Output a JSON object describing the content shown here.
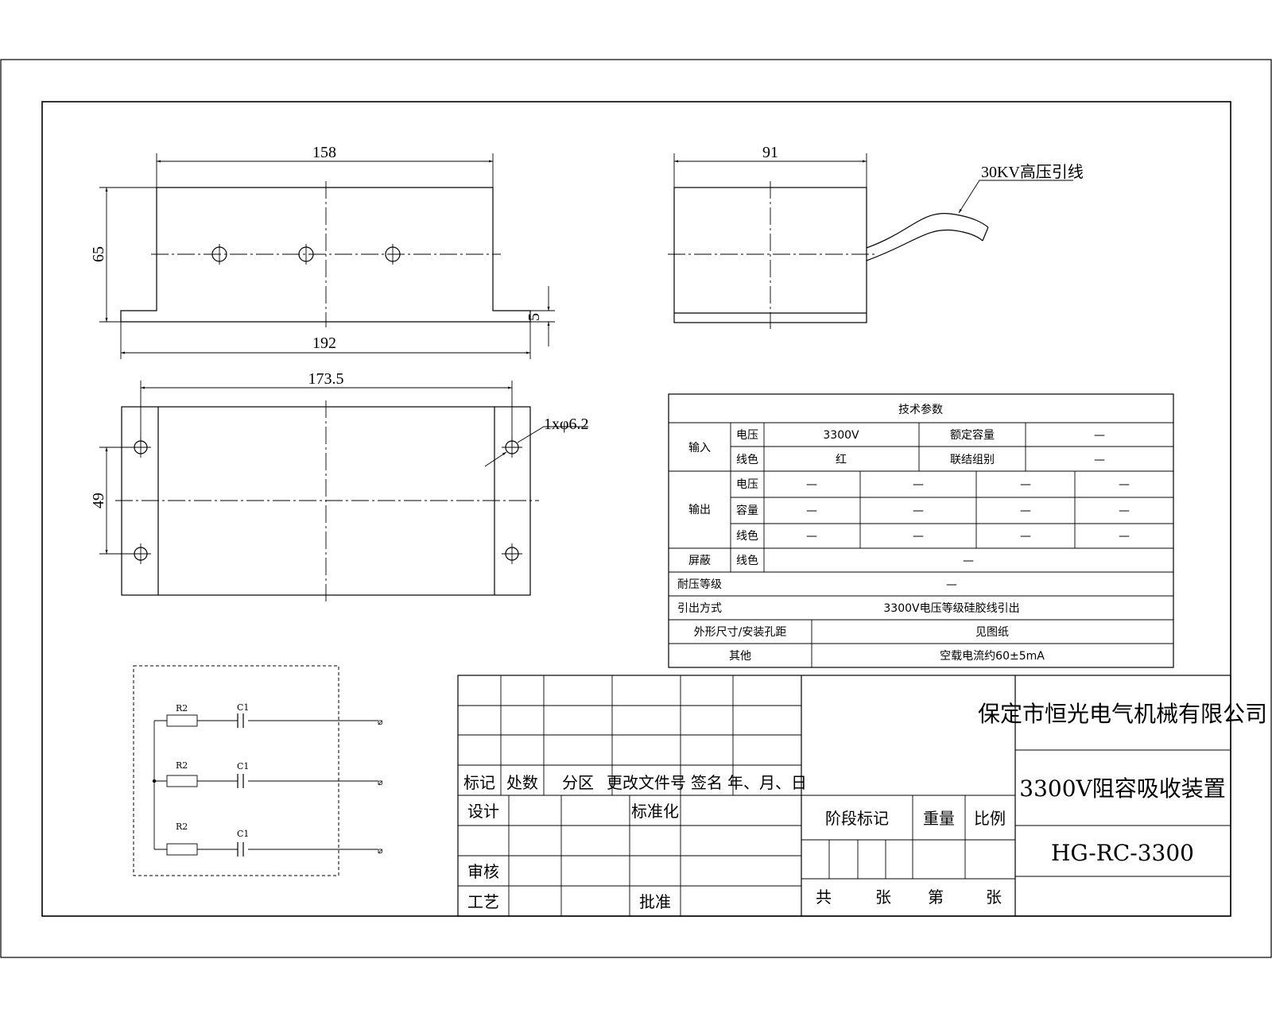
{
  "dimensions": {
    "top_width": "158",
    "height": "65",
    "base_width": "192",
    "flange_thickness": "5",
    "side_width": "91",
    "hole_spacing_x": "173.5",
    "hole_spacing_y": "49",
    "hole_callout": "1xφ6.2"
  },
  "lead_label": "30KV高压引线",
  "spec_table": {
    "title": "技术参数",
    "input_label": "输入",
    "input_voltage_label": "电压",
    "input_voltage": "3300V",
    "rated_capacity_label": "额定容量",
    "rated_capacity": "—",
    "input_color_label": "线色",
    "input_color": "红",
    "connection_group_label": "联结组别",
    "connection_group": "—",
    "output_label": "输出",
    "output_voltage_label": "电压",
    "output_capacity_label": "容量",
    "output_color_label": "线色",
    "output_cells": [
      "—",
      "—",
      "—",
      "—"
    ],
    "shield_label": "屏蔽",
    "shield_color_label": "线色",
    "shield_color": "—",
    "insulation_label": "耐压等级",
    "insulation": "—",
    "leadout_label": "引出方式",
    "leadout": "3300V电压等级硅胶线引出",
    "dims_label": "外形尺寸/安装孔距",
    "dims_value": "见图纸",
    "other_label": "其他",
    "other_value": "空载电流约60±5mA"
  },
  "schematic": {
    "resistor": "R2",
    "capacitor": "C1",
    "terminal": "⌀"
  },
  "title_block": {
    "company": "保定市恒光电气机械有限公司",
    "product": "3300V阻容吸收装置",
    "model": "HG-RC-3300",
    "rev_headers": [
      "标记",
      "处数",
      "分区",
      "更改文件号",
      "签名",
      "年、月、日"
    ],
    "design": "设计",
    "standard": "标准化",
    "review": "审核",
    "process": "工艺",
    "approve": "批准",
    "stage_mark": "阶段标记",
    "weight": "重量",
    "scale": "比例",
    "total": "共",
    "sheets1": "张",
    "sheet_no": "第",
    "sheets2": "张"
  }
}
